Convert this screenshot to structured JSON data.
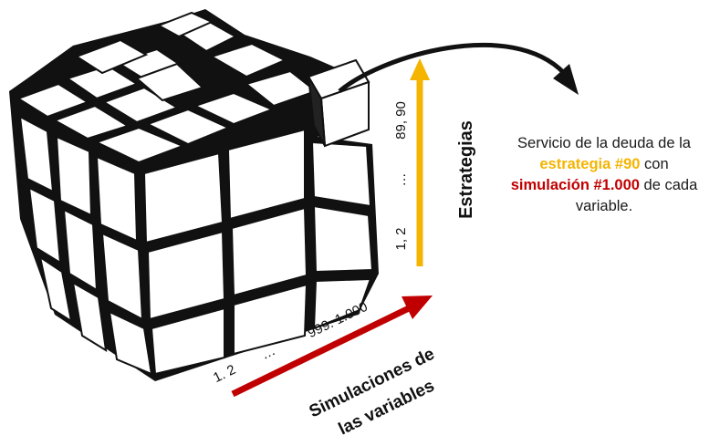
{
  "diagram": {
    "y_axis": {
      "title": "Estrategias",
      "ticks": [
        "1, 2",
        "…",
        "89, 90"
      ],
      "color": "#f4b400"
    },
    "x_axis": {
      "title_line1": "Simulaciones de",
      "title_line2": "las variables",
      "ticks": [
        "1. 2",
        "…",
        "999. 1.000"
      ],
      "color": "#c00000"
    },
    "annotation": {
      "part1": "Servicio de la deuda de la ",
      "strategy": "estrategia #90",
      "part2": " con ",
      "simulation": "simulación #1.000",
      "part3": " de cada variable."
    }
  }
}
